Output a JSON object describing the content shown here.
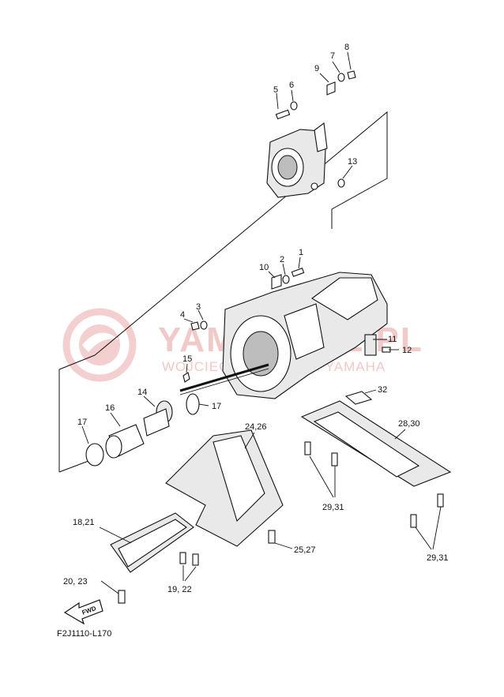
{
  "watermark": {
    "brand_text": "YAMAHAPL.PL",
    "tagline": "WOJCIECH ... DEALER YAMAHA"
  },
  "diagram": {
    "figure_code": "F2J1110-L170",
    "fwd_label": "FWD",
    "callouts": [
      {
        "id": "c1",
        "text": "1"
      },
      {
        "id": "c2",
        "text": "2"
      },
      {
        "id": "c3",
        "text": "3"
      },
      {
        "id": "c4",
        "text": "4"
      },
      {
        "id": "c5",
        "text": "5"
      },
      {
        "id": "c6",
        "text": "6"
      },
      {
        "id": "c7",
        "text": "7"
      },
      {
        "id": "c8",
        "text": "8"
      },
      {
        "id": "c9",
        "text": "9"
      },
      {
        "id": "c10",
        "text": "10"
      },
      {
        "id": "c11",
        "text": "11"
      },
      {
        "id": "c12",
        "text": "12"
      },
      {
        "id": "c13",
        "text": "13"
      },
      {
        "id": "c14",
        "text": "14"
      },
      {
        "id": "c15",
        "text": "15"
      },
      {
        "id": "c16",
        "text": "16"
      },
      {
        "id": "c17a",
        "text": "17"
      },
      {
        "id": "c17b",
        "text": "17"
      },
      {
        "id": "c32",
        "text": "32"
      },
      {
        "id": "c28_30",
        "text": "28,30"
      },
      {
        "id": "c24_26",
        "text": "24,26"
      },
      {
        "id": "c18_21",
        "text": "18,21"
      },
      {
        "id": "c29_31a",
        "text": "29,31"
      },
      {
        "id": "c29_31b",
        "text": "29,31"
      },
      {
        "id": "c25_27",
        "text": "25,27"
      },
      {
        "id": "c19_22",
        "text": "19, 22"
      },
      {
        "id": "c20_23",
        "text": "20, 23"
      }
    ]
  }
}
